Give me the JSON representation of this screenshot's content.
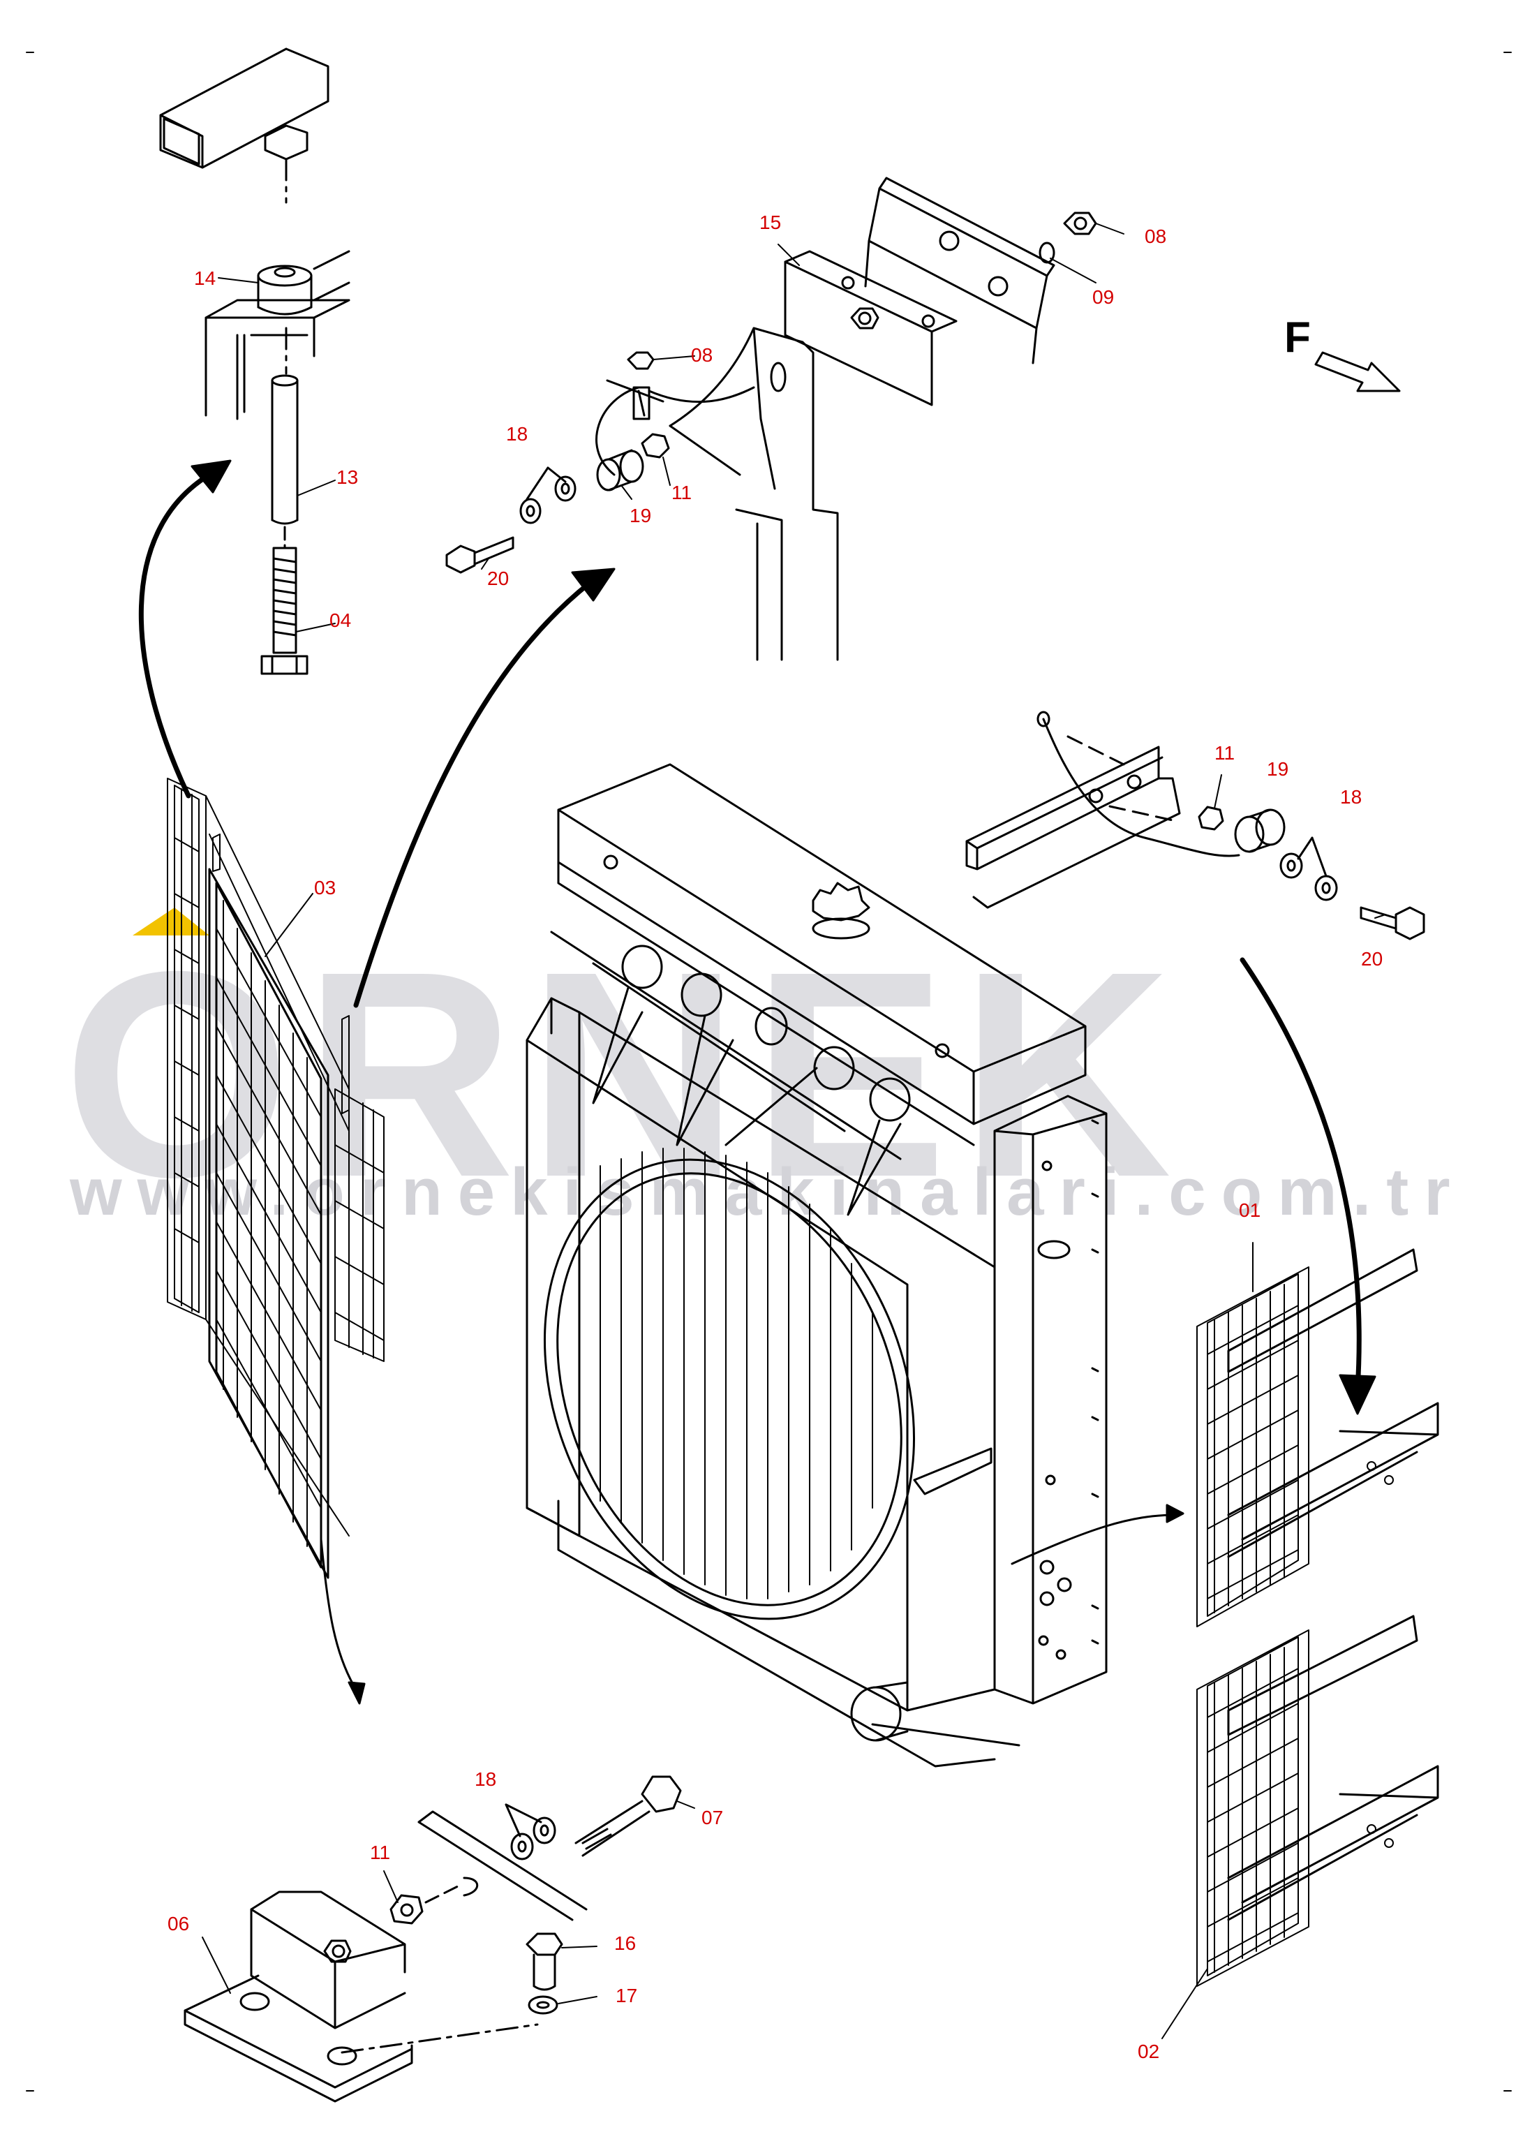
{
  "watermark": {
    "brand": "ORNEK",
    "url": "www.ornekismakinalari.com.tr"
  },
  "direction_marker": "F",
  "callouts": {
    "c14": "14",
    "c13": "13",
    "c04": "04",
    "c03": "03",
    "c15": "15",
    "c08a": "08",
    "c09": "09",
    "c08b": "08",
    "c18a": "18",
    "c19a": "19",
    "c11a": "11",
    "c20a": "20",
    "c11b": "11",
    "c19b": "19",
    "c18b": "18",
    "c20b": "20",
    "c01": "01",
    "c02": "02",
    "c18c": "18",
    "c07": "07",
    "c11c": "11",
    "c06": "06",
    "c16": "16",
    "c17": "17"
  },
  "colors": {
    "callout": "#d40000",
    "line": "#000000",
    "watermark": "#d9d9de",
    "watermark_accent": "#f2c200"
  }
}
